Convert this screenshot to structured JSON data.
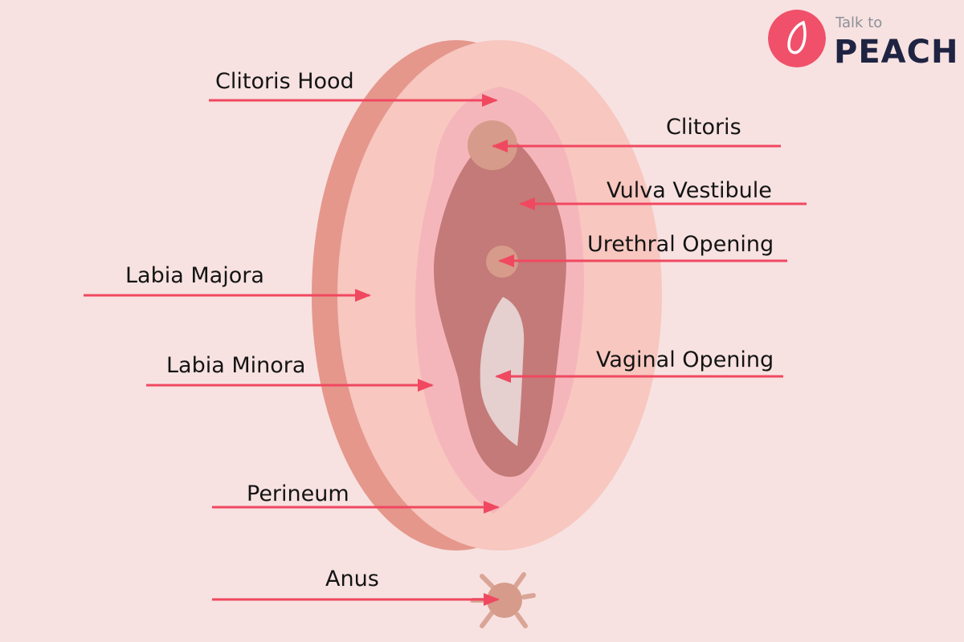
{
  "brand": {
    "name_small": "Talk to",
    "name_big": "PEACH",
    "accent_color": "#f0506a",
    "dark_color": "#1f2442"
  },
  "colors": {
    "background": "#f7e2e1",
    "outer_rim": "#e5978c",
    "labia_majora": "#f7c7c0",
    "labia_minora": "#f5b6bb",
    "vestibule": "#c47a78",
    "clitoris": "#d69b8a",
    "urethra": "#d69b8a",
    "vaginal_opening": "#e5cfcf",
    "anus": "#d69b8a",
    "arrow": "#f04860"
  },
  "labels": [
    {
      "id": "clitoris-hood",
      "text": "Clitoris Hood"
    },
    {
      "id": "clitoris",
      "text": "Clitoris"
    },
    {
      "id": "vulva-vestibule",
      "text": "Vulva Vestibule"
    },
    {
      "id": "urethral-opening",
      "text": "Urethral Opening"
    },
    {
      "id": "labia-majora",
      "text": "Labia Majora"
    },
    {
      "id": "labia-minora",
      "text": "Labia Minora"
    },
    {
      "id": "vaginal-opening",
      "text": "Vaginal Opening"
    },
    {
      "id": "perineum",
      "text": "Perineum"
    },
    {
      "id": "anus",
      "text": "Anus"
    }
  ]
}
